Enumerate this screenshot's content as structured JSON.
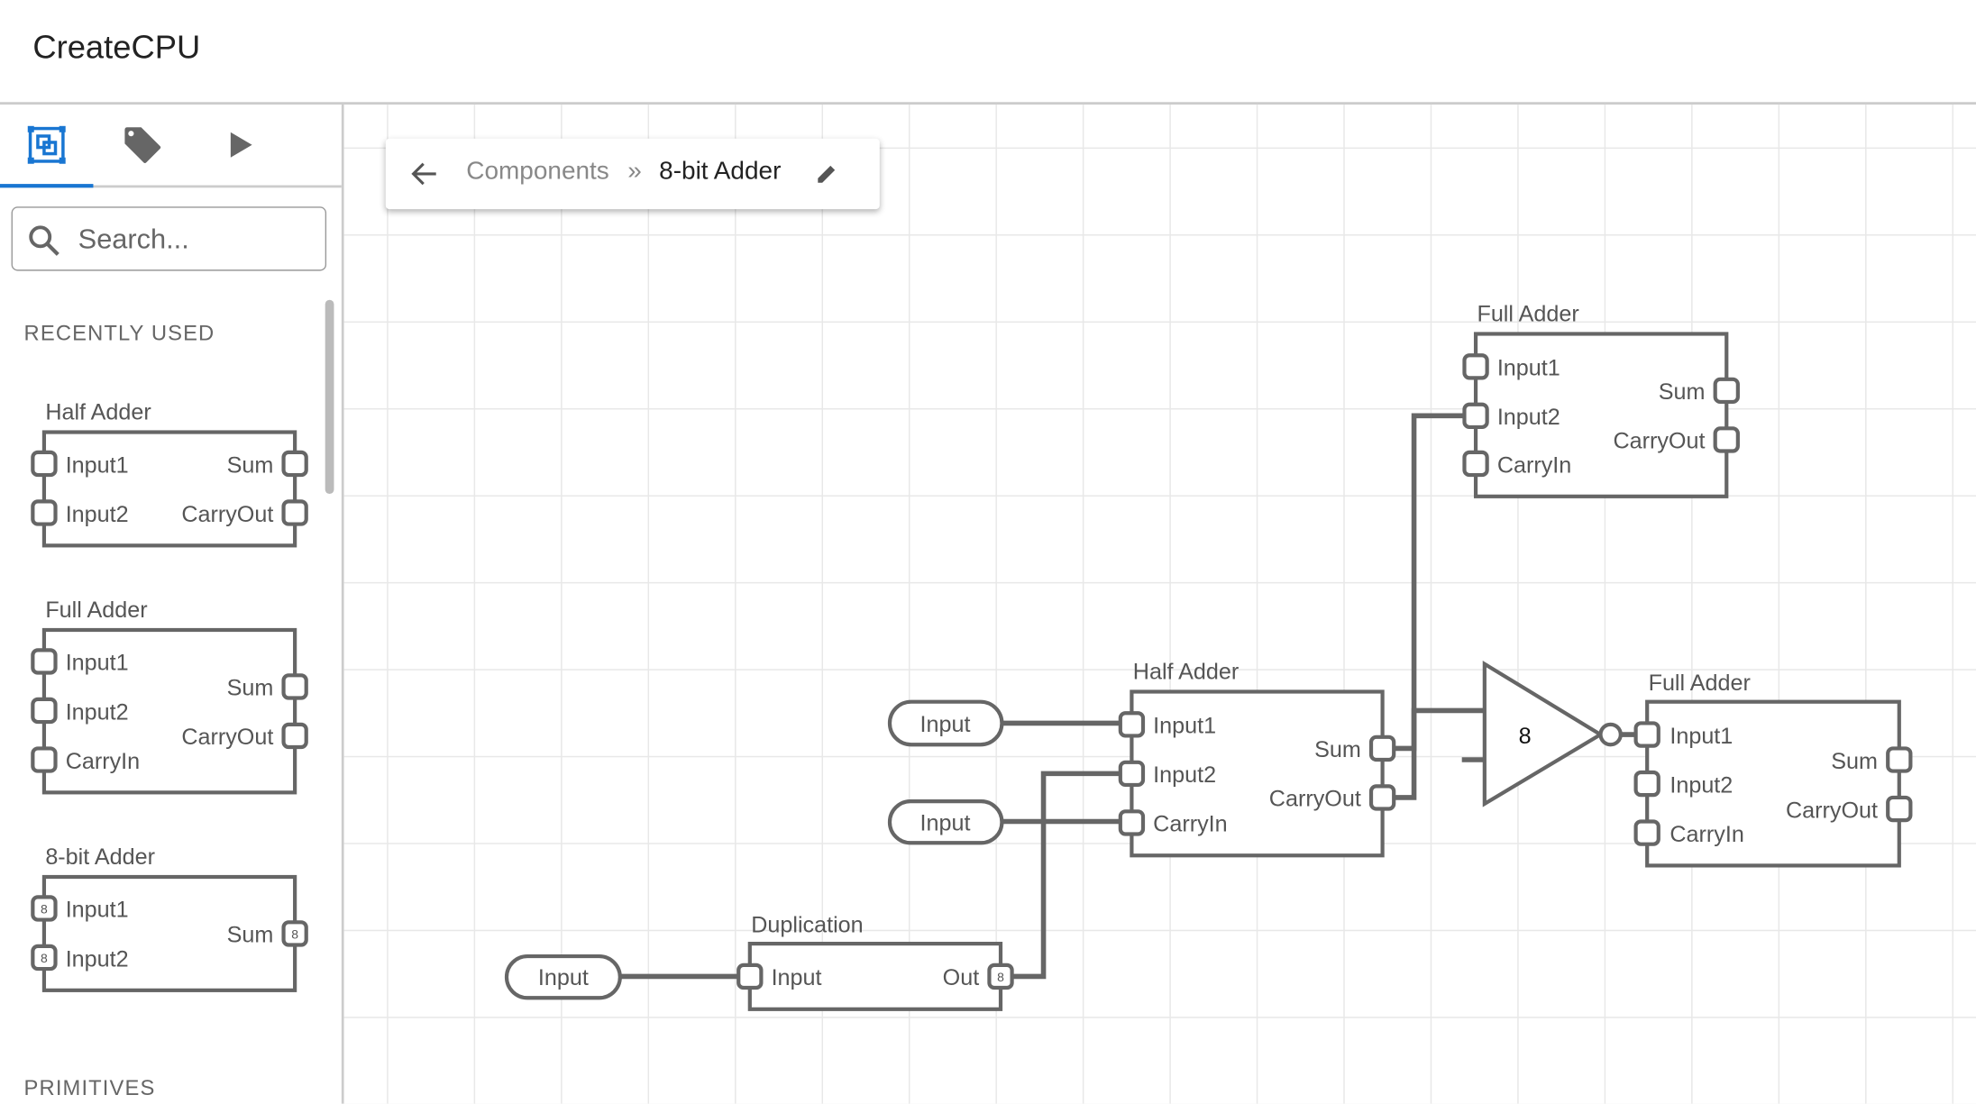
{
  "app": {
    "title": "CreateCPU"
  },
  "sidebar": {
    "tabs": [
      {
        "icon": "component-icon",
        "active": true
      },
      {
        "icon": "tag-icon"
      },
      {
        "icon": "play-icon"
      }
    ],
    "search": {
      "placeholder": "Search...",
      "value": ""
    },
    "sections": {
      "recent": "RECENTLY USED",
      "primitives": "PRIMITIVES"
    },
    "recent": [
      {
        "name": "Half Adder",
        "inputs": [
          "Input1",
          "Input2"
        ],
        "outputs": [
          "Sum",
          "CarryOut"
        ]
      },
      {
        "name": "Full Adder",
        "inputs": [
          "Input1",
          "Input2",
          "CarryIn"
        ],
        "outputs": [
          "Sum",
          "CarryOut"
        ]
      },
      {
        "name": "8-bit Adder",
        "inputs": [
          "Input1",
          "Input2"
        ],
        "outputs": [
          "Sum"
        ],
        "bus_width": "8"
      }
    ]
  },
  "breadcrumb": {
    "parent": "Components",
    "separator": "»",
    "current": "8-bit Adder"
  },
  "canvas": {
    "full_adder_top": {
      "name": "Full Adder",
      "inputs": [
        "Input1",
        "Input2",
        "CarryIn"
      ],
      "outputs": [
        "Sum",
        "CarryOut"
      ]
    },
    "half_adder": {
      "name": "Half Adder",
      "inputs": [
        "Input1",
        "Input2",
        "CarryIn"
      ],
      "outputs": [
        "Sum",
        "CarryOut"
      ]
    },
    "full_adder_right": {
      "name": "Full Adder",
      "inputs": [
        "Input1",
        "Input2",
        "CarryIn"
      ],
      "outputs": [
        "Sum",
        "CarryOut"
      ]
    },
    "duplication": {
      "name": "Duplication",
      "input": "Input",
      "output": "Out",
      "bus_width": "8"
    },
    "splitter": {
      "label": "8"
    },
    "inputs": [
      "Input",
      "Input",
      "Input"
    ]
  },
  "colors": {
    "accent": "#1976d2",
    "wire": "#666666",
    "text": "#555555"
  }
}
